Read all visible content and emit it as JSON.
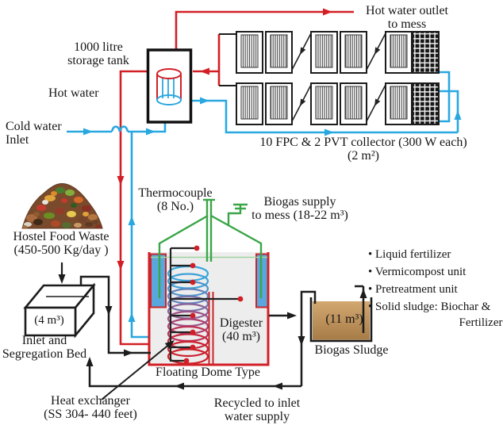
{
  "labels": {
    "hot_water_outlet_line1": "Hot water outlet",
    "hot_water_outlet_line2": "to mess",
    "storage_tank_line1": "1000 litre",
    "storage_tank_line2": "storage tank",
    "hot_water": "Hot water",
    "cold_water_line1": "Cold water",
    "cold_water_line2": "Inlet",
    "collectors_line1": "10 FPC & 2 PVT collector (300 W each)",
    "collectors_line2": "(2 m²)",
    "thermocouple_line1": "Thermocouple",
    "thermocouple_line2": "(8 No.)",
    "biogas_supply_line1": "Biogas supply",
    "biogas_supply_line2": "to mess (18-22 m³)",
    "food_waste_line1": "Hostel Food Waste",
    "food_waste_line2": "(450-500 Kg/day )",
    "bed_volume": "(4 m³)",
    "bed_line1": "Inlet and",
    "bed_line2": "Segregation Bed",
    "digester_line1": "Digester",
    "digester_line2": "(40 m³)",
    "dome_type": "Floating Dome Type",
    "heat_exchanger_line1": "Heat exchanger",
    "heat_exchanger_line2": "(SS 304- 440 feet)",
    "recycled_line1": "Recycled to inlet",
    "recycled_line2": "water supply",
    "sludge_volume": "(11 m³)",
    "biogas_sludge": "Biogas Sludge",
    "products": [
      "• Liquid fertilizer",
      "• Vermicompost unit",
      "• Pretreatment unit",
      "• Solid sludge: Biochar &"
    ],
    "products_cont": "Fertilizer"
  },
  "colors": {
    "hot_water_pipe": "#d21f26",
    "cold_water_pipe": "#29a8e0",
    "biogas_pipe_green": "#3aa648",
    "black_pipe": "#1c1c1c",
    "digester_fill": "#ededed",
    "water_seal_blue": "#5aa7dd",
    "sludge_brown": "#b98a52"
  }
}
